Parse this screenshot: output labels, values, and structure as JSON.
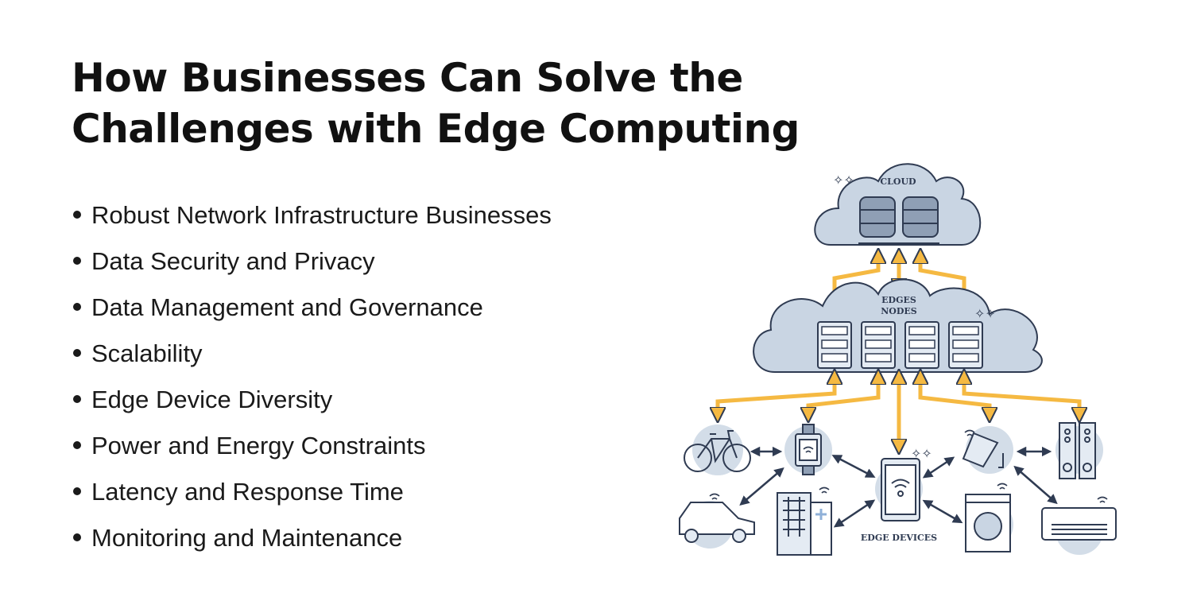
{
  "title": {
    "line1": "How Businesses Can Solve the",
    "line2": "Challenges with Edge Computing"
  },
  "bullets": [
    "Robust Network Infrastructure Businesses",
    "Data Security and Privacy",
    "Data Management and Governance",
    "Scalability",
    "Edge Device Diversity",
    "Power and Energy Constraints",
    "Latency and Response Time",
    "Monitoring and Maintenance"
  ],
  "diagram": {
    "cloud_label": "CLOUD",
    "edge_nodes_label_1": "EDGES",
    "edge_nodes_label_2": "NODES",
    "edge_devices_label": "EDGE DEVICES"
  },
  "colors": {
    "cloud_fill": "#c9d5e3",
    "outline": "#2f3b52",
    "arrow": "#f5b942",
    "device_bg": "#d3dde8"
  }
}
